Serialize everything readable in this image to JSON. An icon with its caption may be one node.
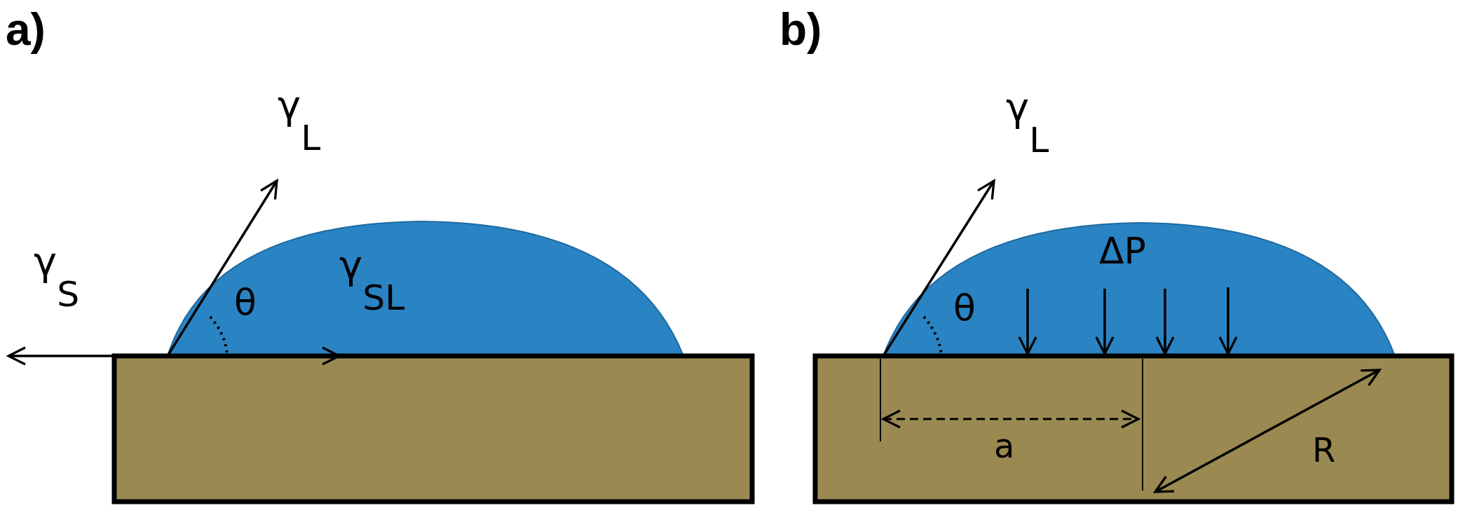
{
  "diagram": {
    "labels": [
      "a)",
      "γ$_{L}$",
      "γ$_{S}$",
      "θ",
      "γ$_{SL}$",
      "b)",
      "γ$_{L}$",
      "ΔP",
      "θ",
      "a",
      "R"
    ]
  }
}
